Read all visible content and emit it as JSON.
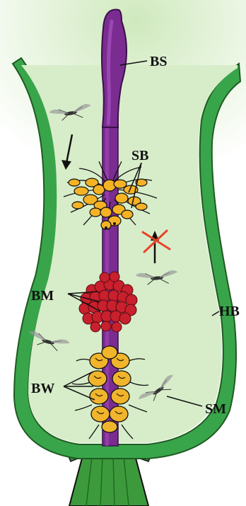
{
  "labels": {
    "bs": "BS",
    "sb": "SB",
    "bm": "BM",
    "hb": "HB",
    "bw": "BW",
    "sm": "SM"
  },
  "colors": {
    "background_glow": "#e9f6dd",
    "chamber_fill": "#d7edc9",
    "wall": "#39a54a",
    "spadix": "#7a2c90",
    "spadix_highlight": "#9b47b0",
    "sterile_flowers": "#f5b224",
    "male_flowers": "#c8202d",
    "female_flowers": "#f0b52c",
    "stalk": "#3d9a3c",
    "cross": "#e8432b",
    "ink": "#111111"
  },
  "icons": [
    "insect-icon",
    "arrow-down-icon",
    "arrow-up-icon",
    "cross-mark-icon"
  ]
}
